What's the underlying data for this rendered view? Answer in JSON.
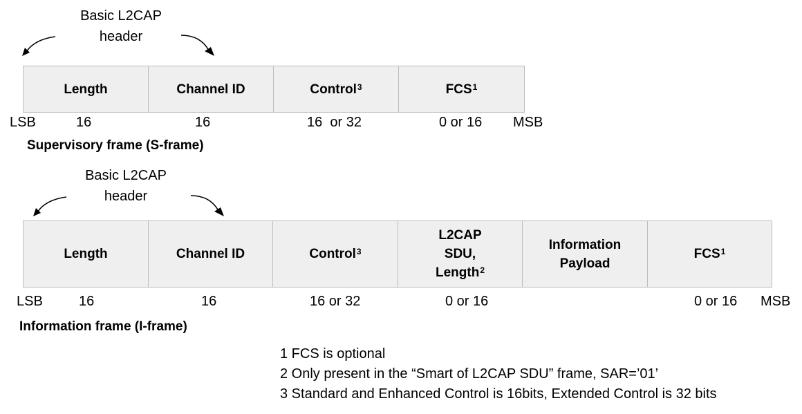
{
  "s_frame": {
    "header_label_line1": "Basic L2CAP",
    "header_label_line2": "header",
    "fields": [
      {
        "name": "Length",
        "sup": ""
      },
      {
        "name": "Channel ID",
        "sup": ""
      },
      {
        "name": "Control",
        "sup": "3"
      },
      {
        "name": "FCS",
        "sup": "1"
      }
    ],
    "lsb": "LSB",
    "msb": "MSB",
    "bits": [
      "16",
      "16",
      "16  or 32",
      "0 or 16"
    ],
    "caption": "Supervisory frame (S-frame)"
  },
  "i_frame": {
    "header_label_line1": "Basic L2CAP",
    "header_label_line2": "header",
    "fields": [
      {
        "name": "Length",
        "sup": ""
      },
      {
        "name": "Channel ID",
        "sup": ""
      },
      {
        "name": "Control",
        "sup": "3"
      },
      {
        "line1": "L2CAP",
        "line2": "SDU,",
        "line3": "Length",
        "sup": "2"
      },
      {
        "line1": "Information",
        "line2": "Payload"
      },
      {
        "name": "FCS",
        "sup": "1"
      }
    ],
    "lsb": "LSB",
    "msb": "MSB",
    "bits": [
      "16",
      "16",
      "16 or 32",
      "0 or 16",
      "0 or 16"
    ],
    "caption": "Information frame (I-frame)"
  },
  "notes": [
    "1 FCS is optional",
    "2 Only present in the “Smart of L2CAP SDU” frame, SAR=’01’",
    "3 Standard and Enhanced Control is 16bits, Extended Control is 32 bits"
  ]
}
